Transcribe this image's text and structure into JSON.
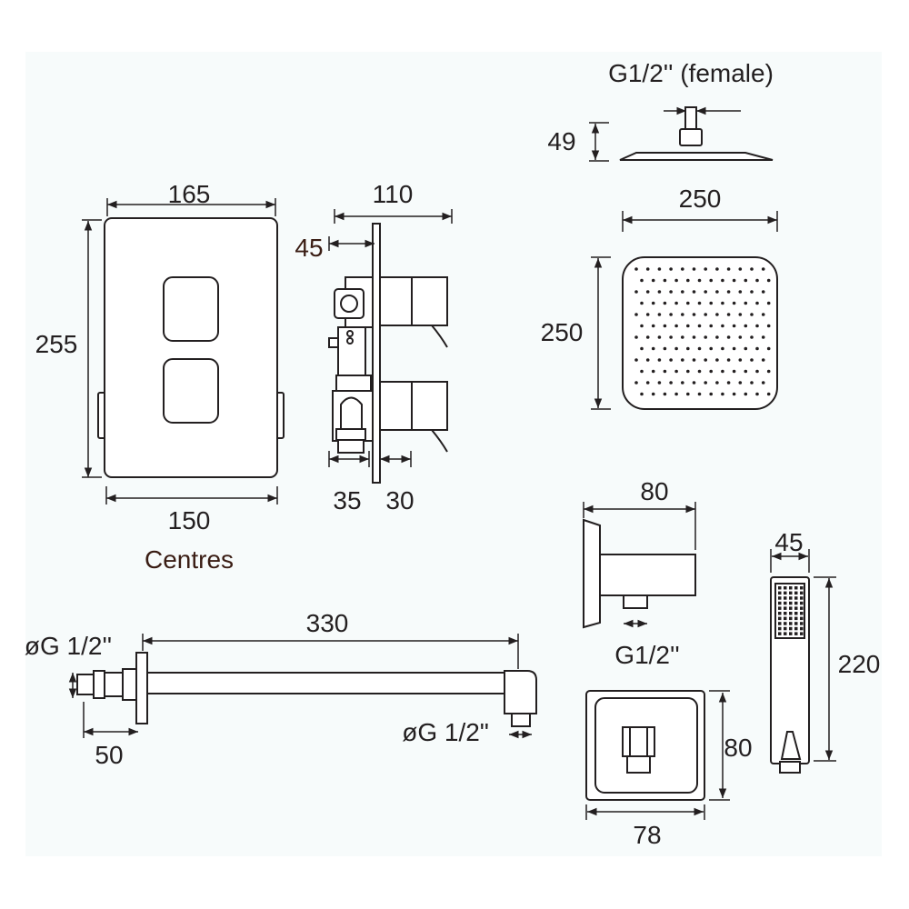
{
  "valve_front": {
    "width_top": "165",
    "height": "255",
    "width_bottom": "150",
    "centres_label": "Centres"
  },
  "valve_side": {
    "depth": "110",
    "depth_wall": "45",
    "body_depth": "35",
    "handle_depth": "30"
  },
  "shower_head": {
    "connection": "G1/2'' (female)",
    "height": "49",
    "width": "250",
    "depth": "250"
  },
  "wall_outlet": {
    "projection": "80",
    "connection": "G1/2''",
    "height": "80",
    "width": "78"
  },
  "handset": {
    "width": "45",
    "length": "220"
  },
  "shower_arm": {
    "length": "330",
    "inlet": "øG 1/2''",
    "outlet": "øG 1/2\"",
    "inlet_length": "50"
  }
}
